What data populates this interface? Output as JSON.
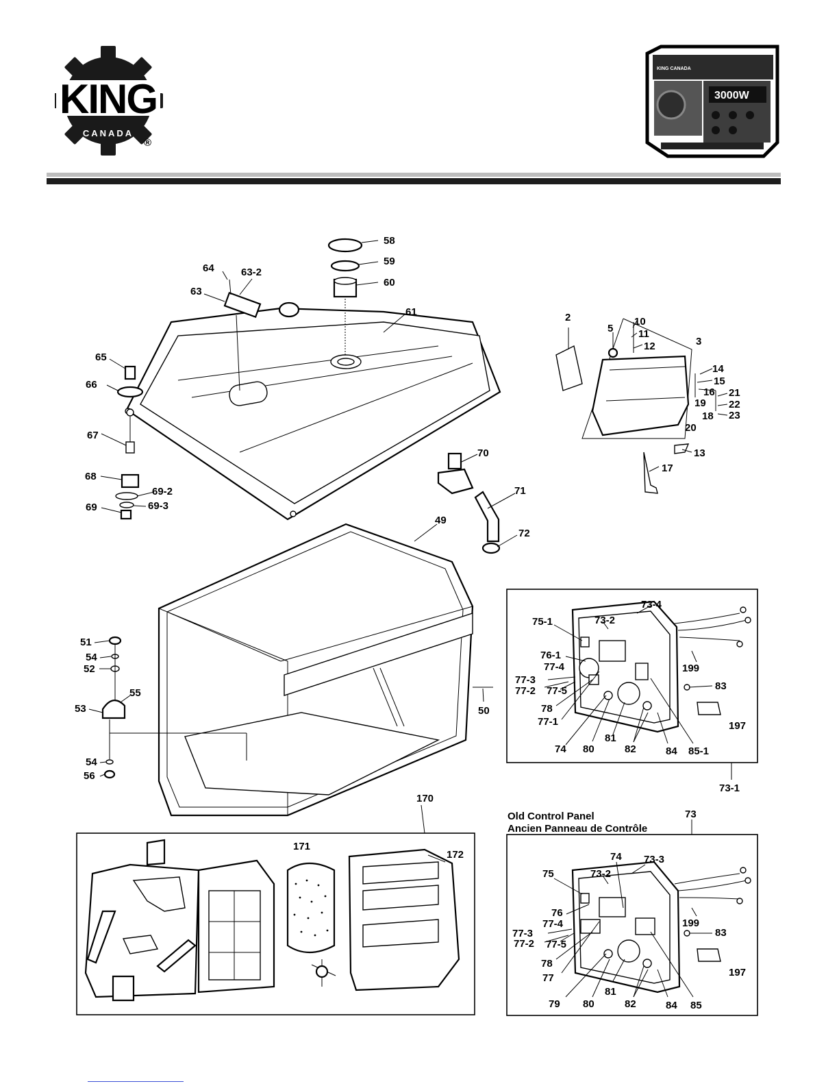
{
  "brand": {
    "logo_text": "KING",
    "logo_sub": "CANADA",
    "registered": "®",
    "product_badge": "3000W",
    "product_brand": "KING CANADA"
  },
  "captions": {
    "old_panel_en": "Old Control Panel",
    "old_panel_fr": "Ancien Panneau de Contrôle"
  },
  "part_labels": [
    "58",
    "59",
    "60",
    "61",
    "64",
    "63-2",
    "63",
    "65",
    "66",
    "67",
    "68",
    "69-2",
    "69-3",
    "69",
    "70",
    "71",
    "72",
    "49",
    "50",
    "51",
    "54",
    "52",
    "53",
    "55",
    "54",
    "56",
    "2",
    "5",
    "10",
    "11",
    "12",
    "3",
    "14",
    "15",
    "16",
    "21",
    "22",
    "23",
    "19",
    "18",
    "20",
    "13",
    "17",
    "73-4",
    "73-2",
    "75-1",
    "76-1",
    "77-4",
    "77-3",
    "77-2",
    "77-5",
    "78",
    "77-1",
    "74",
    "80",
    "81",
    "82",
    "84",
    "85-1",
    "199",
    "83",
    "197",
    "73-1",
    "170",
    "171",
    "172",
    "73",
    "74",
    "73-3",
    "75",
    "73-2",
    "76",
    "77-4",
    "77-3",
    "77-2",
    "77-5",
    "78",
    "77",
    "79",
    "80",
    "81",
    "82",
    "84",
    "85",
    "199",
    "83",
    "197"
  ]
}
